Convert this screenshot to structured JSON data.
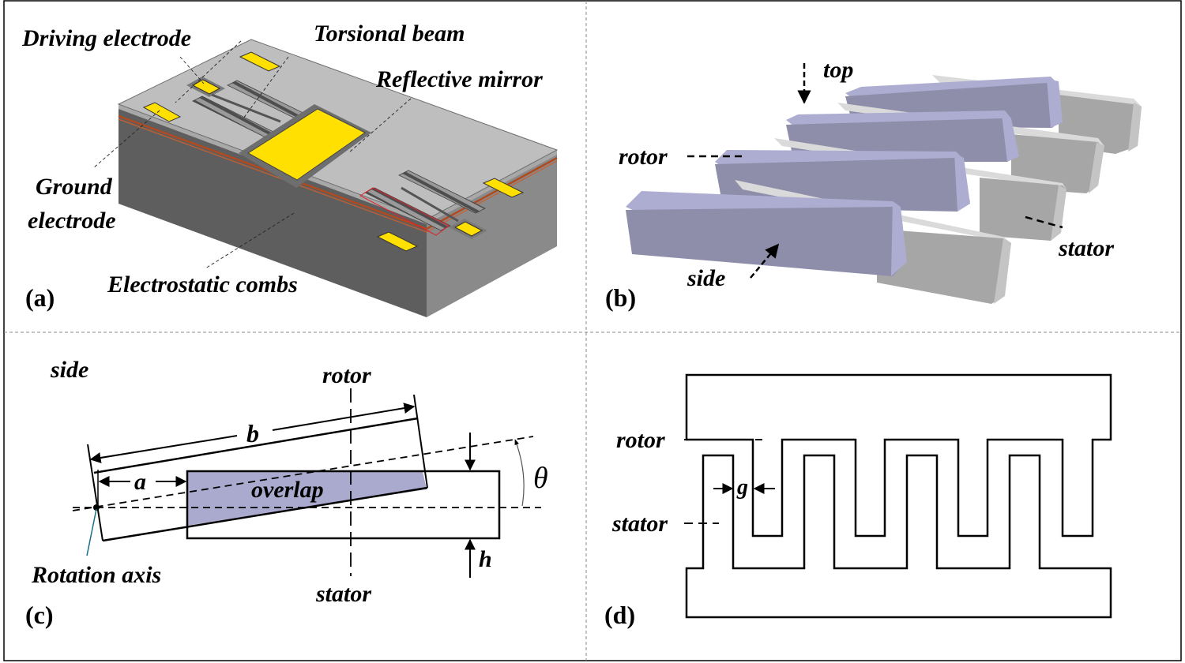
{
  "colors": {
    "gold": "#FFE000",
    "substrate_top": "#BEBEBE",
    "substrate_side_dark": "#5E5E5E",
    "substrate_side_mid": "#8A8A8A",
    "copper_layer": "#B04A20",
    "rotor_face": "#8E8DAA",
    "rotor_top": "#ADADD2",
    "stator_face": "#A6A6A6",
    "stator_top": "#DADADA",
    "overlap_fill": "#AAAACE",
    "highlight_box": "#E0202A",
    "pointer_line": "#1A6E8A"
  },
  "panels": {
    "a": {
      "tag": "(a)",
      "labels": {
        "driving_electrode": "Driving electrode",
        "torsional_beam": "Torsional beam",
        "reflective_mirror": "Reflective mirror",
        "ground_electrode_line1": "Ground",
        "ground_electrode_line2": "electrode",
        "electrostatic_combs": "Electrostatic combs"
      }
    },
    "b": {
      "tag": "(b)",
      "labels": {
        "top": "top",
        "rotor": "rotor",
        "stator": "stator",
        "side": "side"
      }
    },
    "c": {
      "tag": "(c)",
      "labels": {
        "side": "side",
        "rotor": "rotor",
        "stator": "stator",
        "b": "b",
        "a": "a",
        "overlap": "overlap",
        "theta": "θ",
        "h": "h",
        "rotation_axis": "Rotation axis"
      }
    },
    "d": {
      "tag": "(d)",
      "labels": {
        "rotor": "rotor",
        "stator": "stator",
        "g": "g"
      }
    }
  }
}
